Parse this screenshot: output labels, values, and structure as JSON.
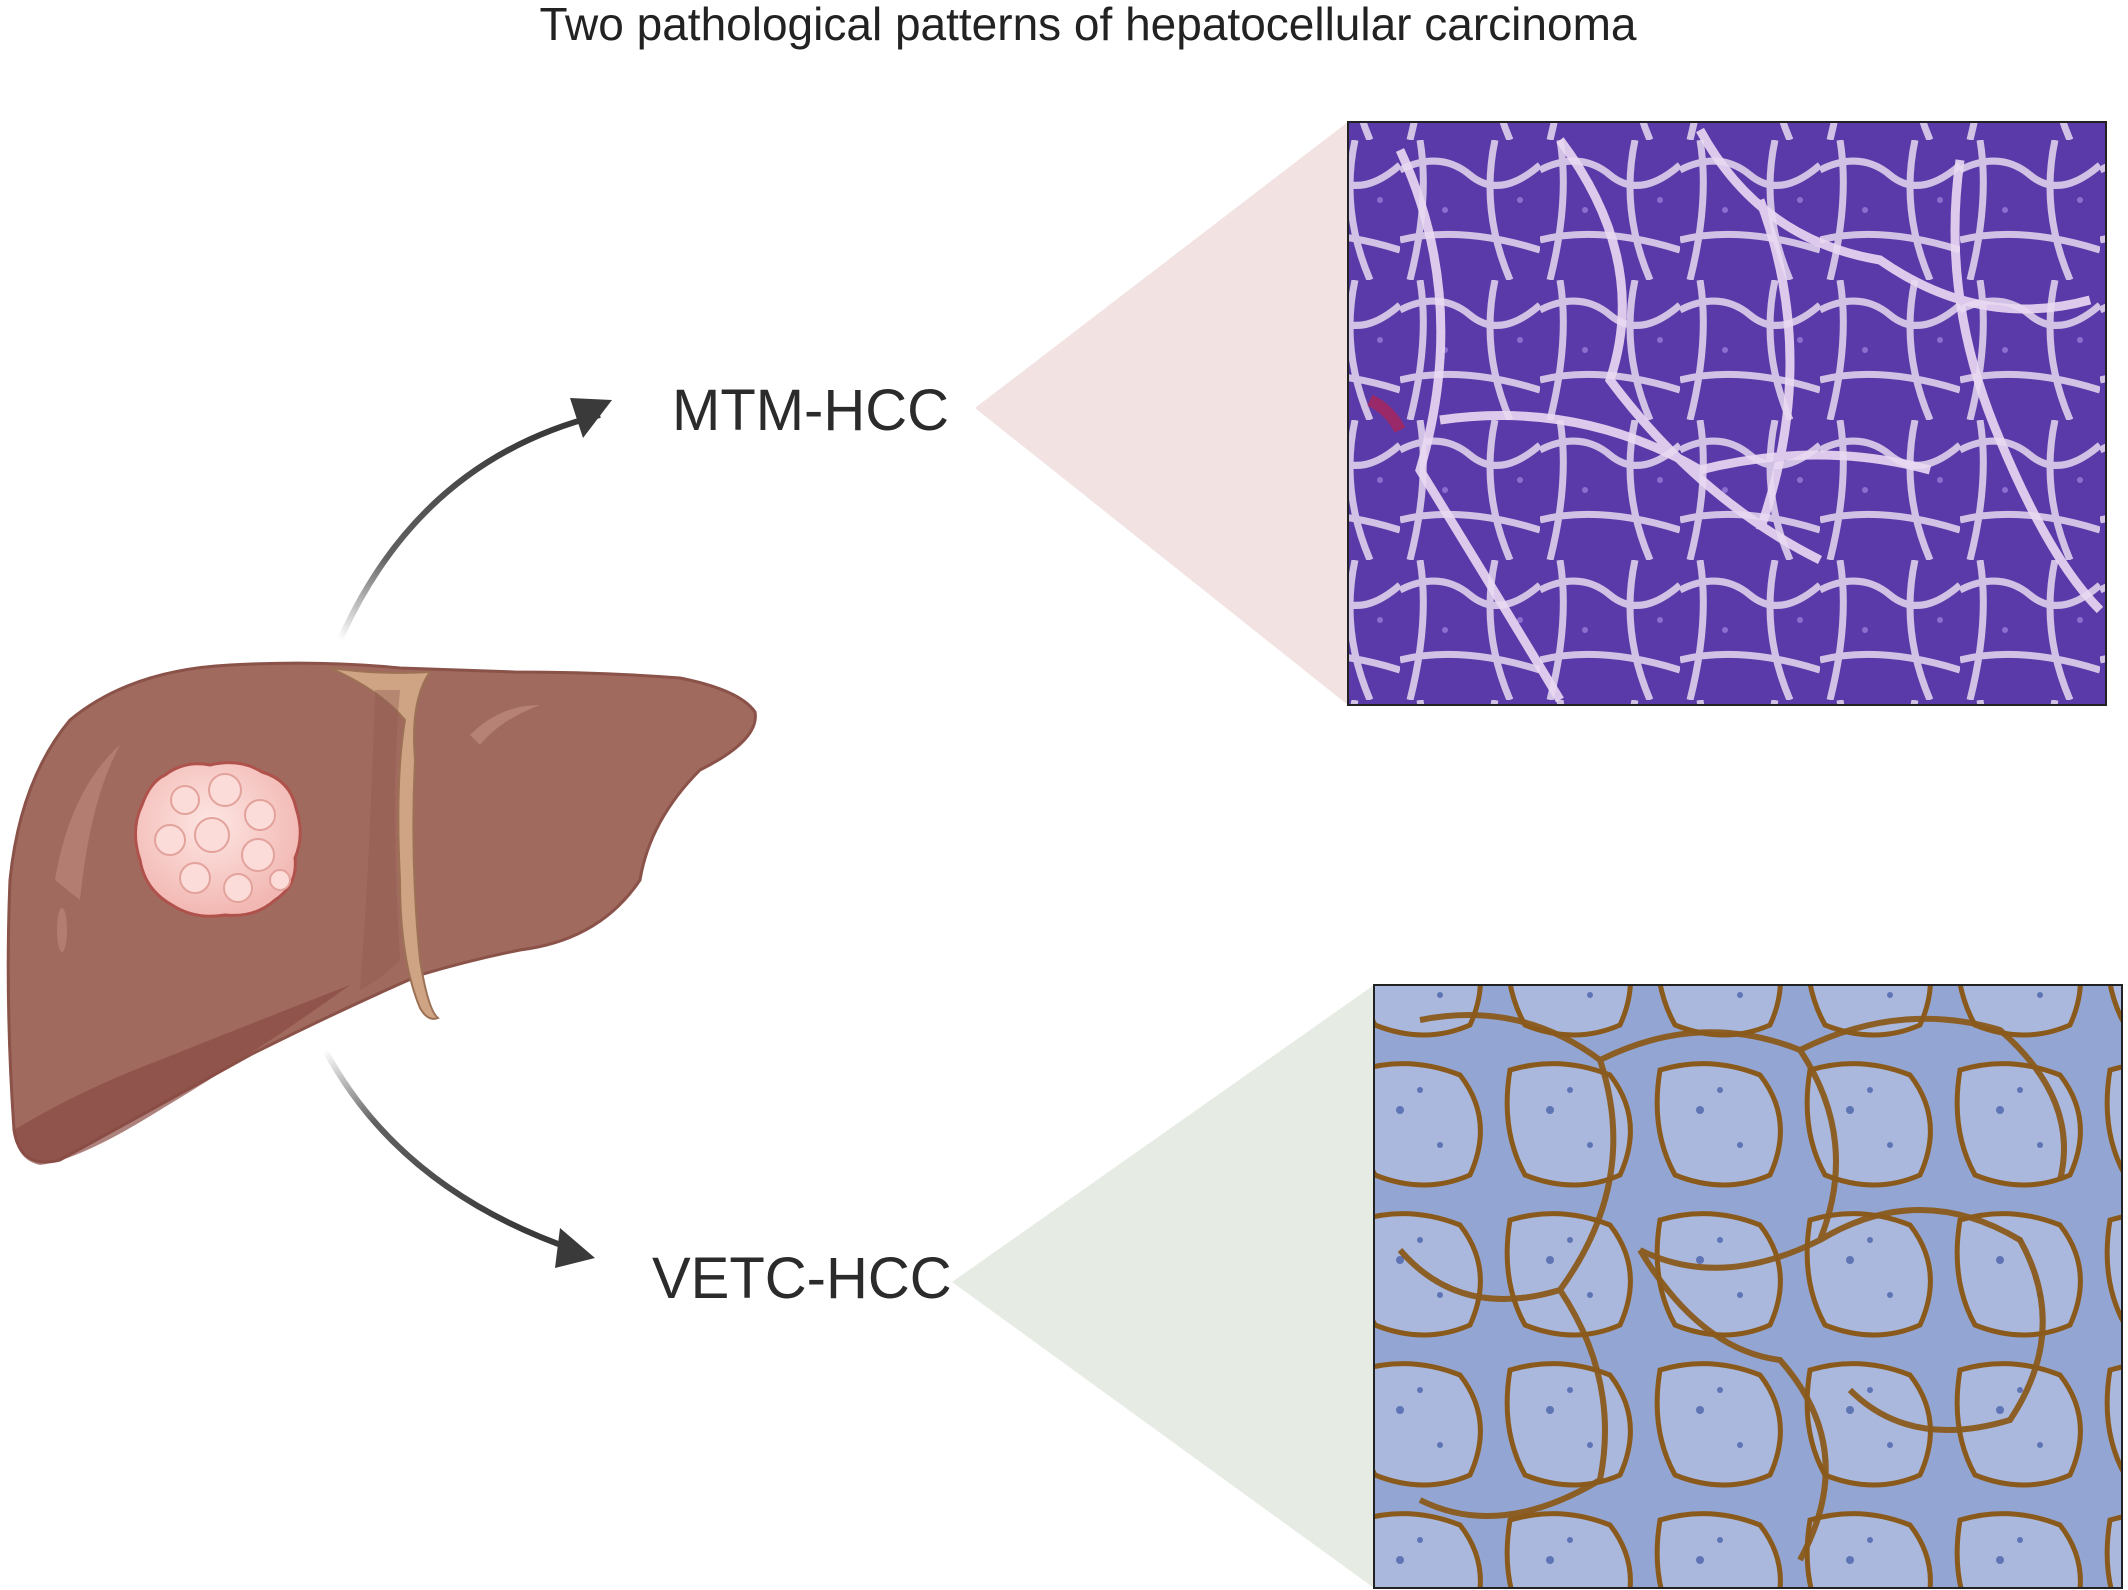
{
  "title": "Two pathological patterns of hepatocellular carcinoma",
  "patterns": [
    {
      "label": "MTM-HCC",
      "image_name": "mtm-hcc-histology-image",
      "stain_color": "#5a3aa8",
      "septa_color": "#e6d9ef",
      "zoom_color": "#f2e2e2"
    },
    {
      "label": "VETC-HCC",
      "image_name": "vetc-hcc-histology-image",
      "stain_color": "#93a6d3",
      "septa_color": "#8a5a1c",
      "zoom_color": "#e6ebe3"
    }
  ],
  "liver": {
    "color": "#a06a5e",
    "tumor_color": "#f6c7c3"
  },
  "arrow_color": "#3a3a3a"
}
